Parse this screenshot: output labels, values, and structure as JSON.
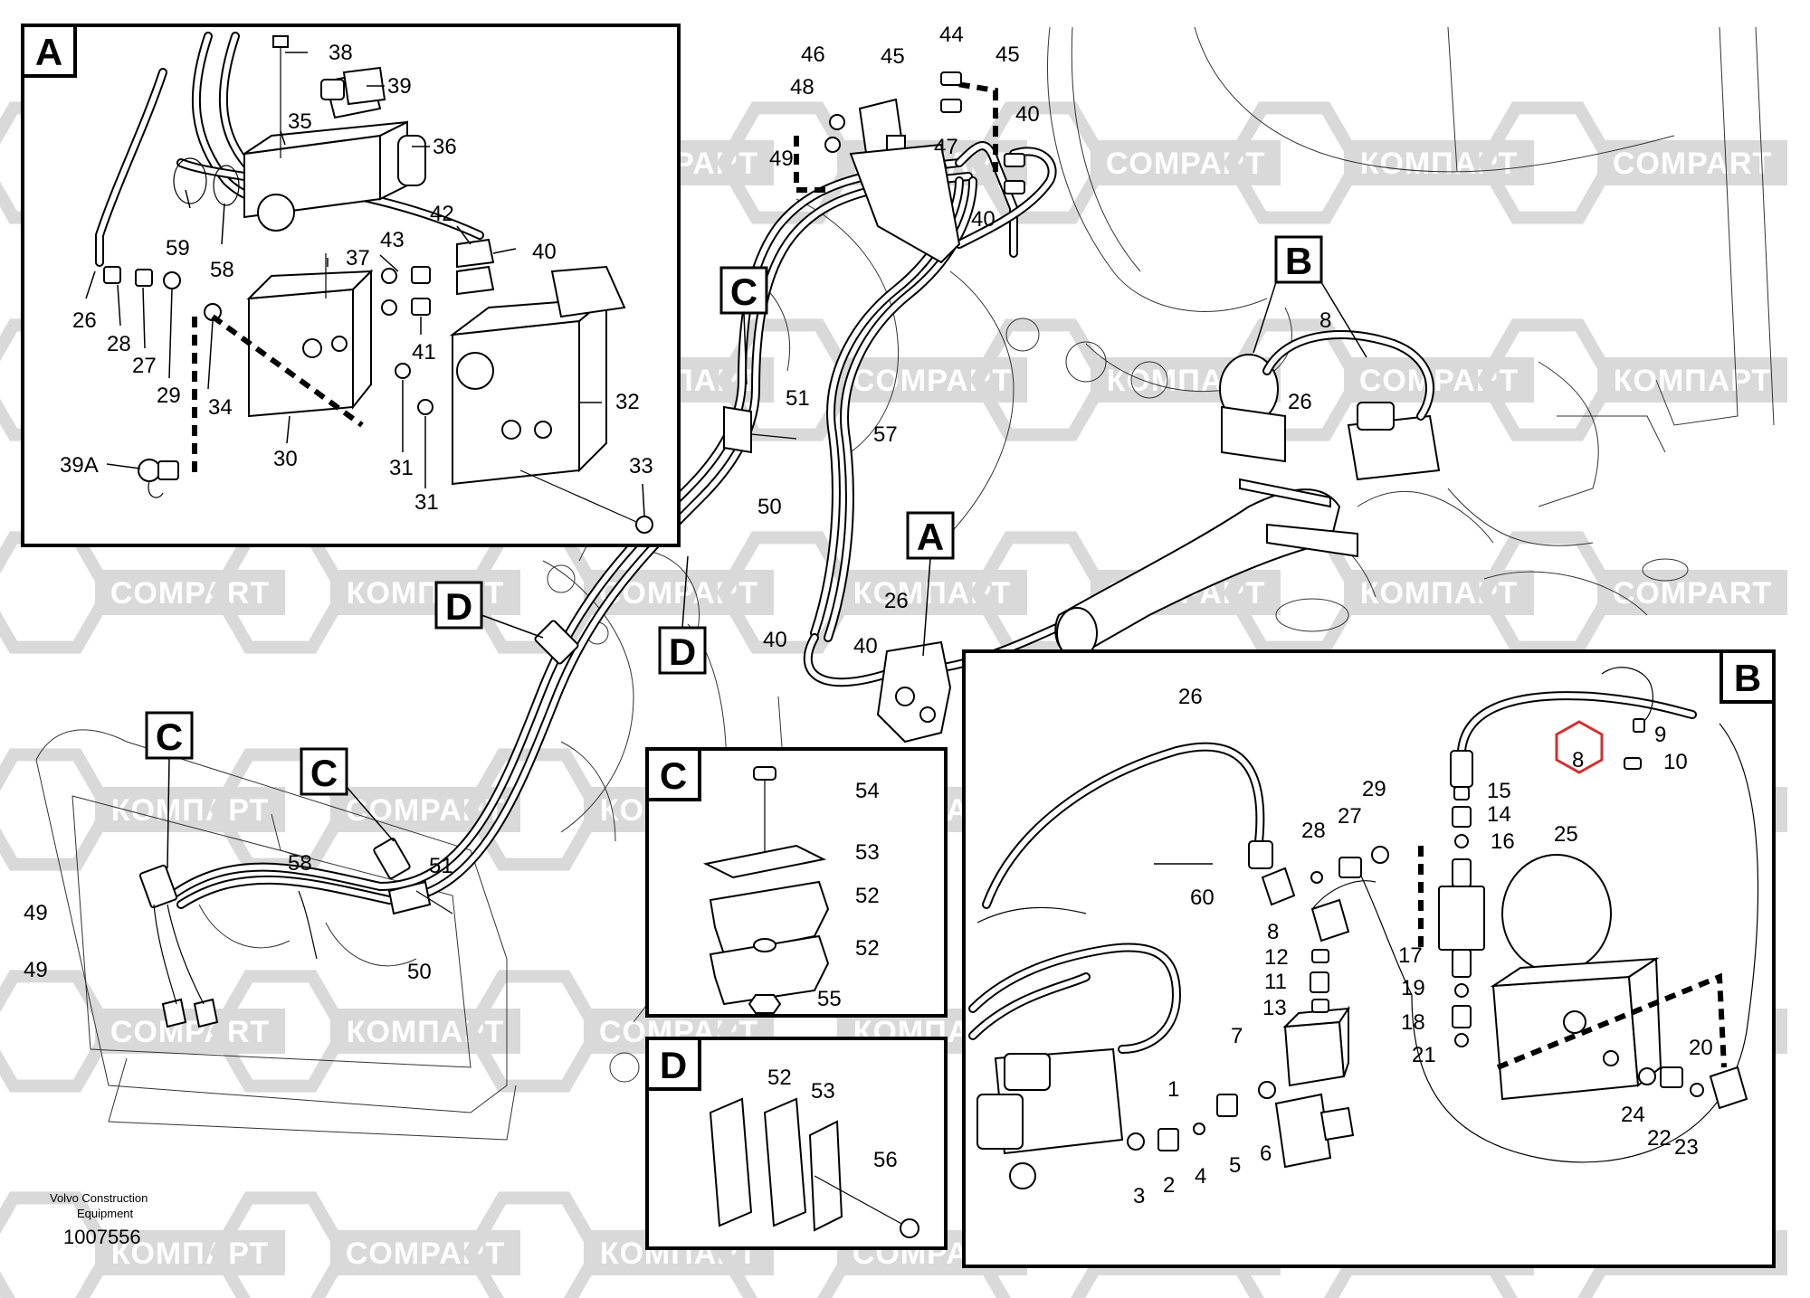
{
  "watermark": {
    "texts": [
      "COMPART",
      "КОМПАРТ"
    ],
    "color": "#d9d9d9"
  },
  "insets": {
    "A": {
      "letter": "A"
    },
    "B": {
      "letter": "B"
    },
    "C": {
      "letter": "C"
    },
    "D": {
      "letter": "D"
    }
  },
  "callouts": {
    "A_main": "A",
    "B_main": "B",
    "C_main": "C",
    "D_main": "D",
    "C_lower_left": "C",
    "C_lower_mid": "C",
    "D_lower": "D"
  },
  "labels": {
    "a38": "38",
    "a39": "39",
    "a35": "35",
    "a36": "36",
    "a59": "59",
    "a58": "58",
    "a42": "42",
    "a43": "43",
    "a40": "40",
    "a37": "37",
    "a26": "26",
    "a28": "28",
    "a27": "27",
    "a29": "29",
    "a34": "34",
    "a41": "41",
    "a32": "32",
    "a39A": "39A",
    "a30": "30",
    "a31a": "31",
    "a31b": "31",
    "a33": "33",
    "m46": "46",
    "m44": "44",
    "m45a": "45",
    "m45b": "45",
    "m48": "48",
    "m40a": "40",
    "m47": "47",
    "m49": "49",
    "m40b": "40",
    "m8": "8",
    "m26": "26",
    "m51": "51",
    "m57": "57",
    "m50": "50",
    "m26b": "26",
    "m40c": "40",
    "m40d": "40",
    "l58": "58",
    "l51": "51",
    "l49a": "49",
    "l49b": "49",
    "l50": "50",
    "c54": "54",
    "c53": "53",
    "c52a": "52",
    "c52b": "52",
    "c55": "55",
    "d52": "52",
    "d53": "53",
    "d56": "56",
    "b26": "26",
    "b29": "29",
    "b28": "28",
    "b27": "27",
    "b60": "60",
    "b8": "8",
    "b12": "12",
    "b11": "11",
    "b13": "13",
    "b7": "7",
    "b1": "1",
    "b3": "3",
    "b2": "2",
    "b4": "4",
    "b5": "5",
    "b6": "6",
    "b15": "15",
    "b14": "14",
    "b16": "16",
    "b25": "25",
    "b17": "17",
    "b19": "19",
    "b18": "18",
    "b21": "21",
    "b20": "20",
    "b24": "24",
    "b22": "22",
    "b23": "23",
    "b9": "9",
    "b10": "10",
    "b8hex": "8"
  },
  "footer": {
    "company_line1": "Volvo Construction",
    "company_line2": "Equipment",
    "doc_number": "1007556"
  },
  "colors": {
    "stroke": "#000000",
    "highlight": "#d32f2f",
    "background": "#ffffff"
  }
}
